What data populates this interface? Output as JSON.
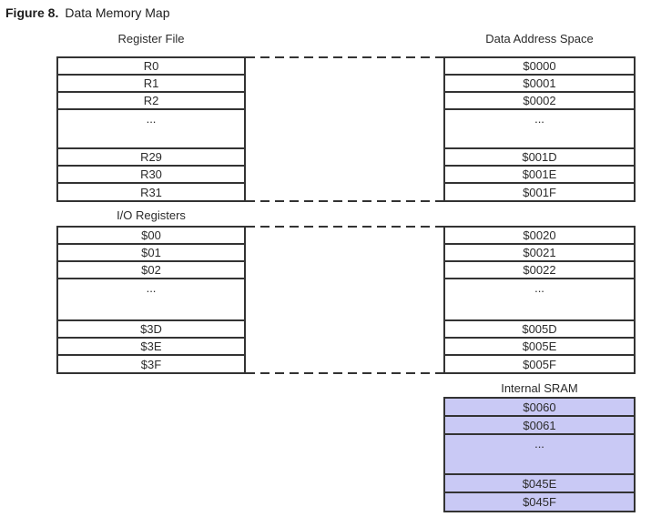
{
  "figure": {
    "label": "Figure 8.",
    "title": "Data Memory Map"
  },
  "register_file": {
    "label": "Register File",
    "rows": [
      "R0",
      "R1",
      "R2",
      "...",
      "R29",
      "R30",
      "R31"
    ]
  },
  "io_registers": {
    "label": "I/O Registers",
    "rows": [
      "$00",
      "$01",
      "$02",
      "...",
      "$3D",
      "$3E",
      "$3F"
    ]
  },
  "data_address_space": {
    "label": "Data Address Space",
    "register_block_rows": [
      "$0000",
      "$0001",
      "$0002",
      "...",
      "$001D",
      "$001E",
      "$001F"
    ],
    "io_block_rows": [
      "$0020",
      "$0021",
      "$0022",
      "...",
      "$005D",
      "$005E",
      "$005F"
    ]
  },
  "internal_sram": {
    "label": "Internal SRAM",
    "rows": [
      "$0060",
      "$0061",
      "...",
      "$045E",
      "$045F"
    ]
  },
  "colors": {
    "sram_fill": "#c9c9f5",
    "line": "#333333"
  }
}
